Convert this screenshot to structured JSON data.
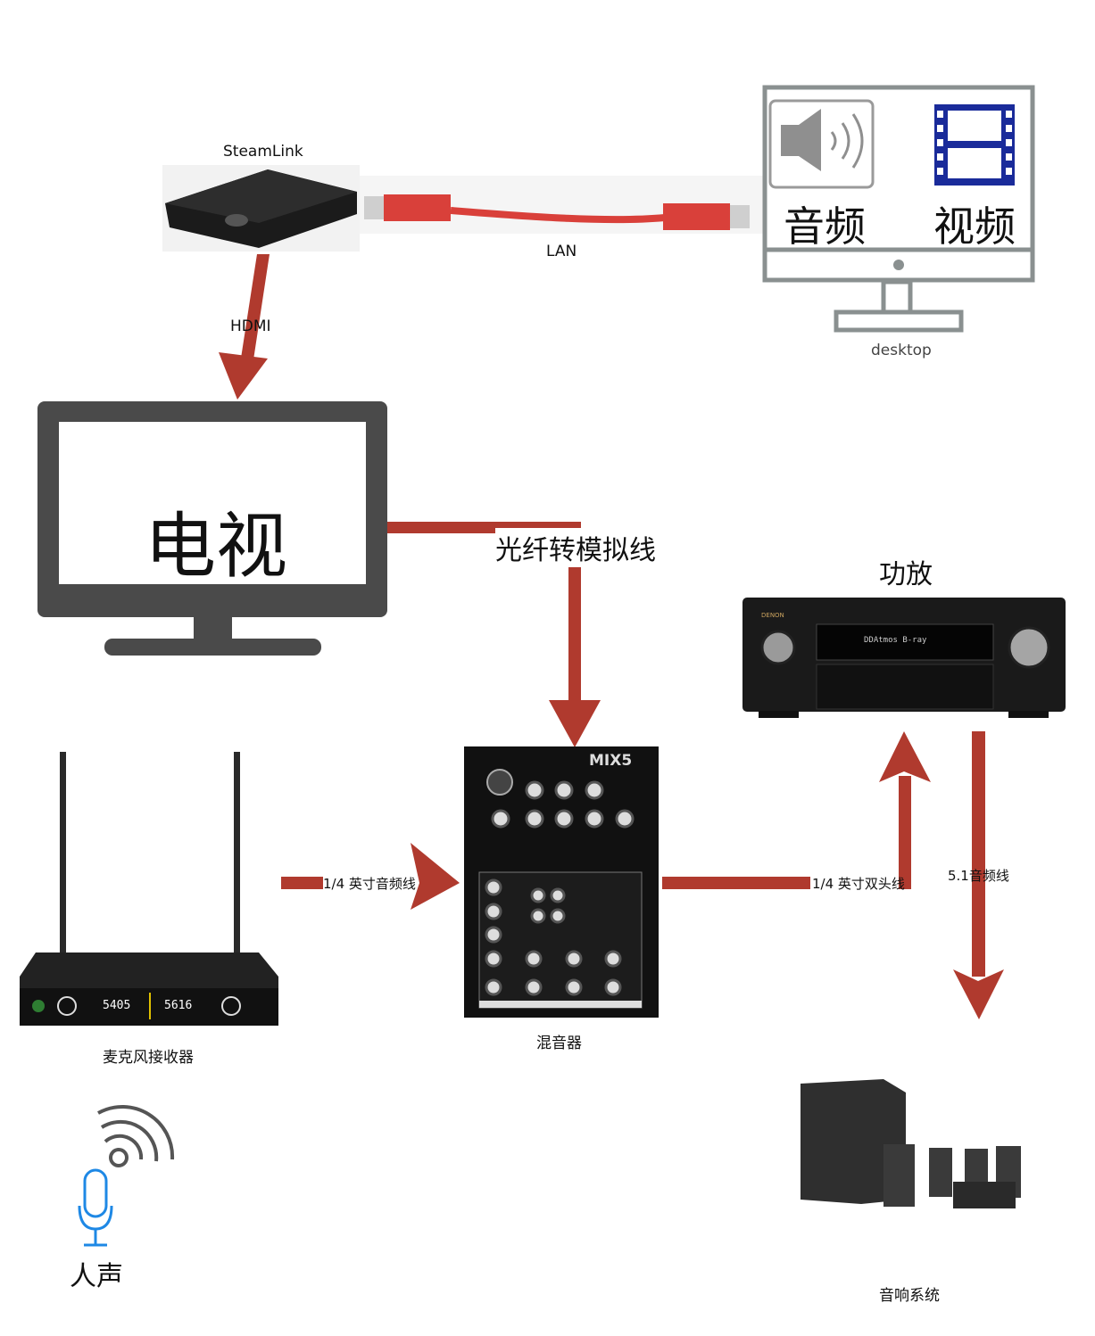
{
  "colors": {
    "arrow": "#b03a2e",
    "tv": "#4a4a4a",
    "desktop": "#8a9090",
    "film": "#1a2b9a",
    "mic": "#1e88e5",
    "wifi": "#555555"
  },
  "nodes": {
    "steamlink": {
      "label": "SteamLink"
    },
    "desktop": {
      "label": "desktop",
      "audio": "音频",
      "video": "视频"
    },
    "tv": {
      "label": "电视"
    },
    "amplifier": {
      "label": "功放",
      "brand": "DENON",
      "display": "DDAtmos   B-ray"
    },
    "mixer": {
      "label": "混音器",
      "brand": "MIX5"
    },
    "receiver": {
      "label": "麦克风接收器",
      "freq1": "5405",
      "freq2": "5616"
    },
    "speakers": {
      "label": "音响系统"
    },
    "voice": {
      "label": "人声"
    }
  },
  "connections": {
    "lan": "LAN",
    "hdmi": "HDMI",
    "optical": "光纤转模拟线",
    "quarter_inch_audio": "1/4 英寸音频线",
    "quarter_inch_dual": "1/4 英寸双头线",
    "surround": "5.1音频线"
  }
}
